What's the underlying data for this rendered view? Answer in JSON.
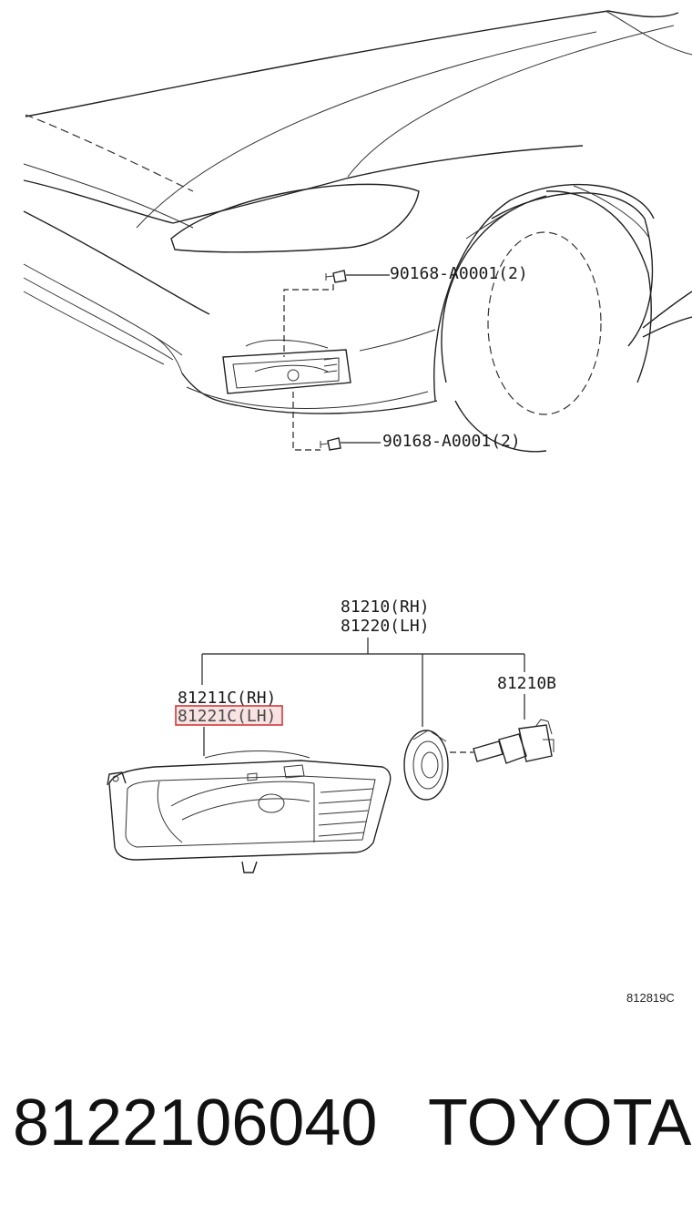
{
  "callouts": {
    "screw_top": "90168-A0001(2)",
    "screw_bottom": "90168-A0001(2)",
    "assy_rh": "81210(RH)",
    "assy_lh": "81220(LH)",
    "unit_rh": "81211C(RH)",
    "unit_lh": "81221C(LH)",
    "bulb": "81210B"
  },
  "selected_callout": "81221C(LH)",
  "highlight_color": "#d03a3a",
  "figure_id": "812819C",
  "footer": {
    "part_number": "8122106040",
    "brand": "TOYOTA"
  }
}
